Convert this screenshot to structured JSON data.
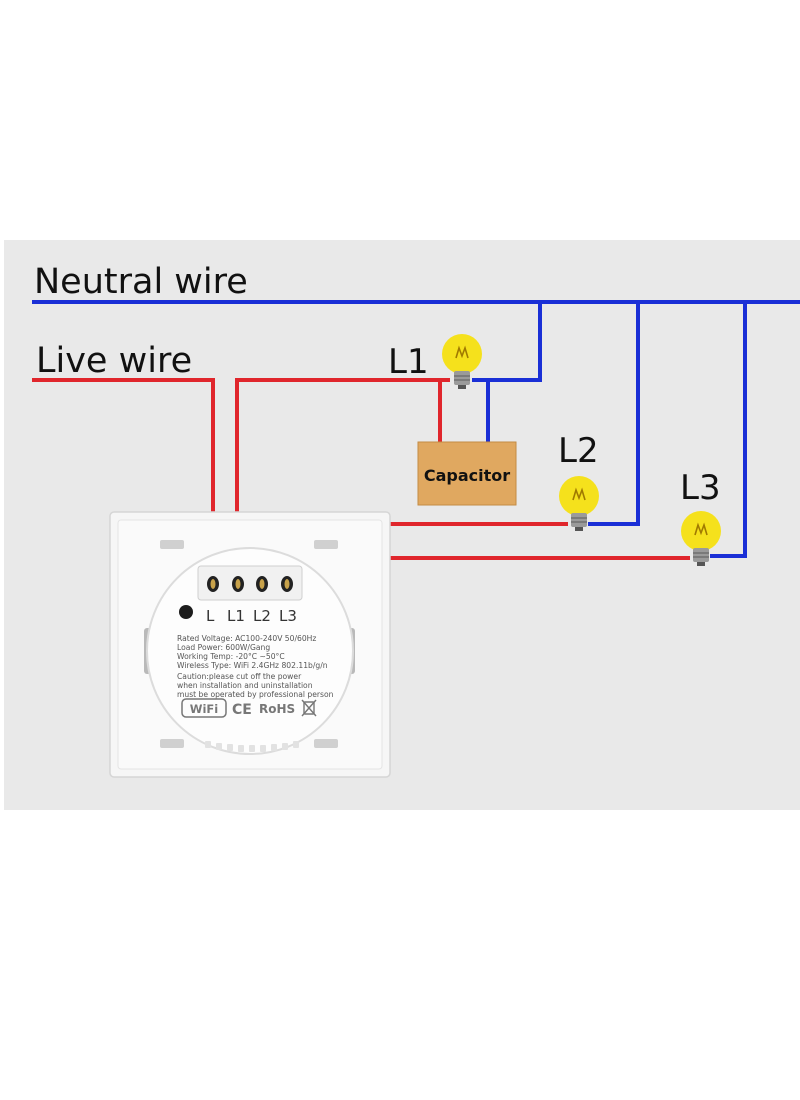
{
  "labels": {
    "neutral": "Neutral wire",
    "live": "Live wire",
    "l1": "L1",
    "l2": "L2",
    "l3": "L3",
    "capacitor": "Capacitor"
  },
  "terminals": [
    "L",
    "L1",
    "L2",
    "L3"
  ],
  "spec_lines": [
    "Rated Voltage: AC100-240V 50/60Hz",
    "Load Power: 600W/Gang",
    "Working Temp: -20°C ~50°C",
    "Wireless Type: WiFi 2.4GHz 802.11b/g/n",
    "Caution:please cut off the power",
    "when installation and uninstallation",
    "must be operated by professional person"
  ],
  "marks": {
    "wifi": "WiFi",
    "ce": "CE",
    "rohs": "RoHS"
  },
  "colors": {
    "background": "#ffffff",
    "panel": "#eaeaea",
    "neutral_wire": "#1a2fd6",
    "live_wire": "#e0262c",
    "capacitor_fill": "#e0a860",
    "bulb": "#f5e11c",
    "switch_plate": "#f7f7f7",
    "switch_back": "#fbfbfb"
  },
  "icons": [
    "light-bulb-icon",
    "wifi-logo-icon",
    "ce-mark-icon",
    "rohs-mark-icon",
    "weee-bin-icon"
  ]
}
